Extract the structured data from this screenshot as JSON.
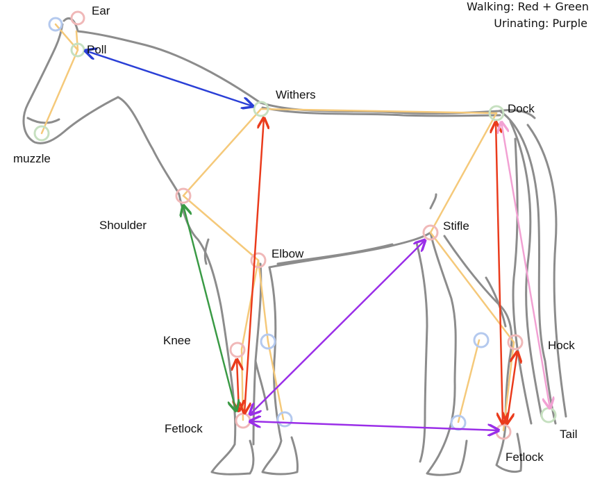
{
  "legend": {
    "walking": "Walking: Red + Green",
    "urinating": "Urinating: Purple"
  },
  "labels": {
    "ear": "Ear",
    "poll": "Poll",
    "withers": "Withers",
    "dock": "Dock",
    "muzzle": "muzzle",
    "shoulder": "Shoulder",
    "elbow": "Elbow",
    "stifle": "Stifle",
    "knee": "Knee",
    "hock": "Hock",
    "fetlock_front": "Fetlock",
    "fetlock_hind": "Fetlock",
    "tail": "Tail"
  },
  "colors": {
    "skeleton": "#f5c97a",
    "outline": "#8c8c8c",
    "blue": "#2a3fd6",
    "red": "#ea3b1c",
    "green": "#3a9a45",
    "purple": "#9a2ee8",
    "pink": "#f2a1d3",
    "keypoint_red": "#f0b8b8",
    "keypoint_blue": "#b4c9ee",
    "keypoint_green": "#c6e0c0"
  }
}
